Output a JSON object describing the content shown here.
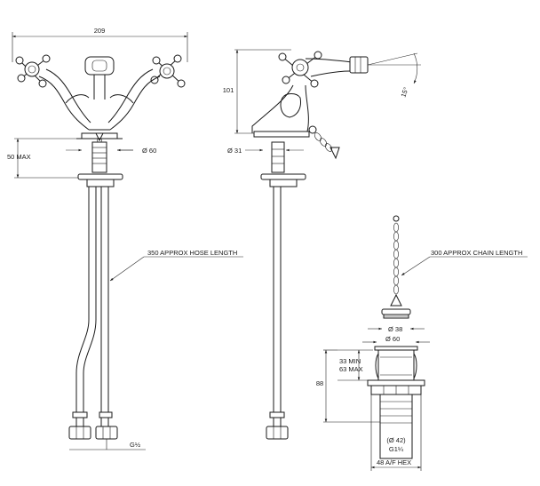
{
  "front_view": {
    "overall_width": "209",
    "deck_clearance": "50 MAX",
    "base_diameter": "Ø 60",
    "hose_length": "350 APPROX HOSE LENGTH",
    "inlet_thread": "G½"
  },
  "side_view": {
    "height": "101",
    "spray_angle": "15°",
    "base_diameter": "Ø 31"
  },
  "waste_view": {
    "chain_length": "300 APPROX CHAIN LENGTH",
    "plug_diameter": "Ø 38",
    "flange_diameter": "Ø 60",
    "deck_thickness_line1": "33 MIN",
    "deck_thickness_line2": "63 MAX",
    "body_length": "88",
    "thread_diameter": "(Ø 42)",
    "thread_size": "G1¼",
    "hex_size": "48 A/F HEX"
  }
}
